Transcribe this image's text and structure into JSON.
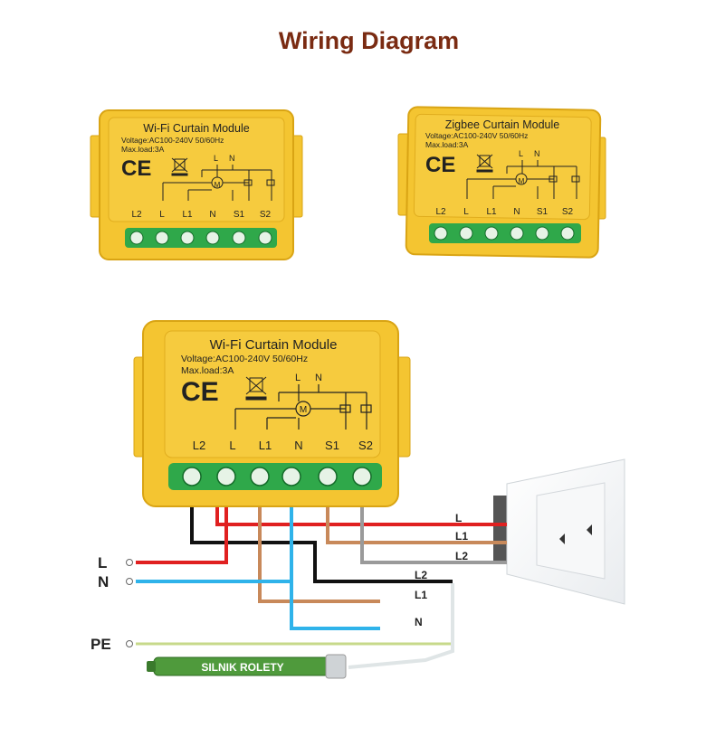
{
  "title": "Wiring Diagram",
  "module_wifi": {
    "name": "Wi-Fi Curtain Module",
    "voltage": "Voltage:AC100-240V 50/60Hz",
    "load": "Max.load:3A",
    "ce": "CE",
    "motor": "M",
    "top_l": "L",
    "top_n": "N",
    "terminals": [
      "L2",
      "L",
      "L1",
      "N",
      "S1",
      "S2"
    ]
  },
  "module_zigbee": {
    "name": "Zigbee Curtain Module",
    "voltage": "Voltage:AC100-240V 50/60Hz",
    "load": "Max.load:3A",
    "ce": "CE",
    "motor": "M",
    "top_l": "L",
    "top_n": "N",
    "terminals": [
      "L2",
      "L",
      "L1",
      "N",
      "S1",
      "S2"
    ]
  },
  "module_main": {
    "name": "Wi-Fi Curtain Module",
    "voltage": "Voltage:AC100-240V 50/60Hz",
    "load": "Max.load:3A",
    "ce": "CE",
    "motor": "M",
    "top_l": "L",
    "top_n": "N",
    "terminals": [
      "L2",
      "L",
      "L1",
      "N",
      "S1",
      "S2"
    ]
  },
  "wiring": {
    "supply_l": "L",
    "supply_n": "N",
    "supply_pe": "PE",
    "switch_l": "L",
    "switch_l1": "L1",
    "switch_l2": "L2",
    "motor_l2": "L2",
    "motor_l1": "L1",
    "motor_n": "N",
    "motor_label": "SILNIK ROLETY"
  },
  "colors": {
    "module_yellow": "#f4c531",
    "module_edge": "#d9a414",
    "terminal_green": "#2fa84a",
    "title": "#7a2b12",
    "wire_red": "#e02020",
    "wire_black": "#111111",
    "wire_brown": "#c8895a",
    "wire_blue": "#2fb3ea",
    "wire_gray": "#9a9a9a",
    "wire_pe": "#c7d98a",
    "motor_green": "#4f9a3c"
  }
}
